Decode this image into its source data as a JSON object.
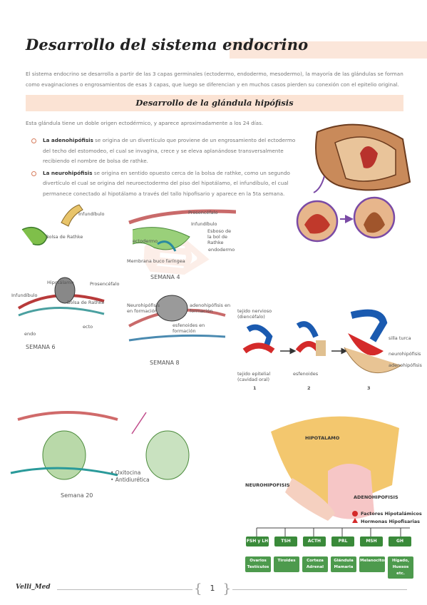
{
  "title": "Desarrollo del sistema endocrino",
  "intro": "El sistema endocrino se desarrolla a partir de las 3 capas germinales (ectodermo, endodermo, mesodermo), la mayoría de las glándulas se forman como evaginaciones o engrosamientos de esas 3 capas, que luego se diferencian y en muchos casos pierden su conexión con el epitelio original.",
  "section_title": "Desarrollo de la glándula hipófisis",
  "lead": "Esta glándula tiene un doble origen ectodérmico, y aparece aproximadamente a los 24 días.",
  "bullets": [
    {
      "term": "La adenohipófisis",
      "text": " se origina de un divertículo que proviene de un engrosamiento del ectodermo del techo del estomodeo, el cual se invagina, crece y se eleva aplanándose transversalmente recibiendo el nombre de bolsa de rathke."
    },
    {
      "term": "La neurohipófisis",
      "text": " se origina en sentido opuesto cerca de la bolsa de rathke, como un segundo divertículo el cual se origina del neuroectodermo del piso del hipotálamo, el infundíbulo, el cual permanece conectado al hipotálamo a través del tallo hipofisario y aparece en la 5ta semana."
    }
  ],
  "sketch": {
    "infundibulo": "Infundíbulo",
    "bolsa": "Bolsa de Rathke",
    "prosencefalo": "Prosencéfalo",
    "infundibulo2": "Infundíbulo",
    "esboso": "Esboso de la bol de Rathke",
    "ectodermo": "ectodermo",
    "endodermo": "endodermo",
    "membrana": "Membrana buco faríngea",
    "semana4": "SEMANA 4",
    "hipotalamo": "Hipotálamo",
    "prosencefalo2": "Prosencéfalo",
    "infundibulo3": "Infundíbulo",
    "bolsa2": "Bolsa de Rathke",
    "ecto": "ecto",
    "endo": "endo",
    "semana6": "SEMANA 6",
    "neurohipo": "Neurohipófisis en formación",
    "adenohipo": "adenohipófisis en formación",
    "esfenoides": "esfenoides en formación",
    "semana8": "SEMANA 8",
    "semana20": "Semana 20",
    "notes": [
      "• Oxitocina",
      "• Antidiurética"
    ]
  },
  "diagram": {
    "tejido_nervioso": "tejido nervioso (diencéfalo)",
    "tejido_epitelial": "tejido epitelial (cavidad oral)",
    "esfenoides": "esfenoides",
    "silla": "silla turca",
    "neurohipofisis": "neurohipófisis",
    "adenohipofisis": "adenohipófisis",
    "steps": [
      "1",
      "2",
      "3"
    ]
  },
  "hormones": {
    "hipotalamo": "HIPOTALAMO",
    "neurohipofisis": "NEUROHIPOFISIS",
    "adenohipofisis": "ADENOHIPOFISIS",
    "legend": [
      "Factores Hipotalámicos",
      "Hormonas Hipofisarias"
    ],
    "boxes": [
      "FSH y LH",
      "TSH",
      "ACTH",
      "PRL",
      "MSH",
      "GH"
    ],
    "targets": [
      "Ovarios Testículos",
      "Tiroides",
      "Corteza Adrenal",
      "Glándula Mamaria",
      "Melanocitos",
      "Hígado, Huesos etc."
    ]
  },
  "footer": {
    "brand": "Velli_Med",
    "page": "1"
  },
  "colors": {
    "accent": "#fbe3d4",
    "bullet": "#d67c5c",
    "green": "#3a8a3a"
  }
}
